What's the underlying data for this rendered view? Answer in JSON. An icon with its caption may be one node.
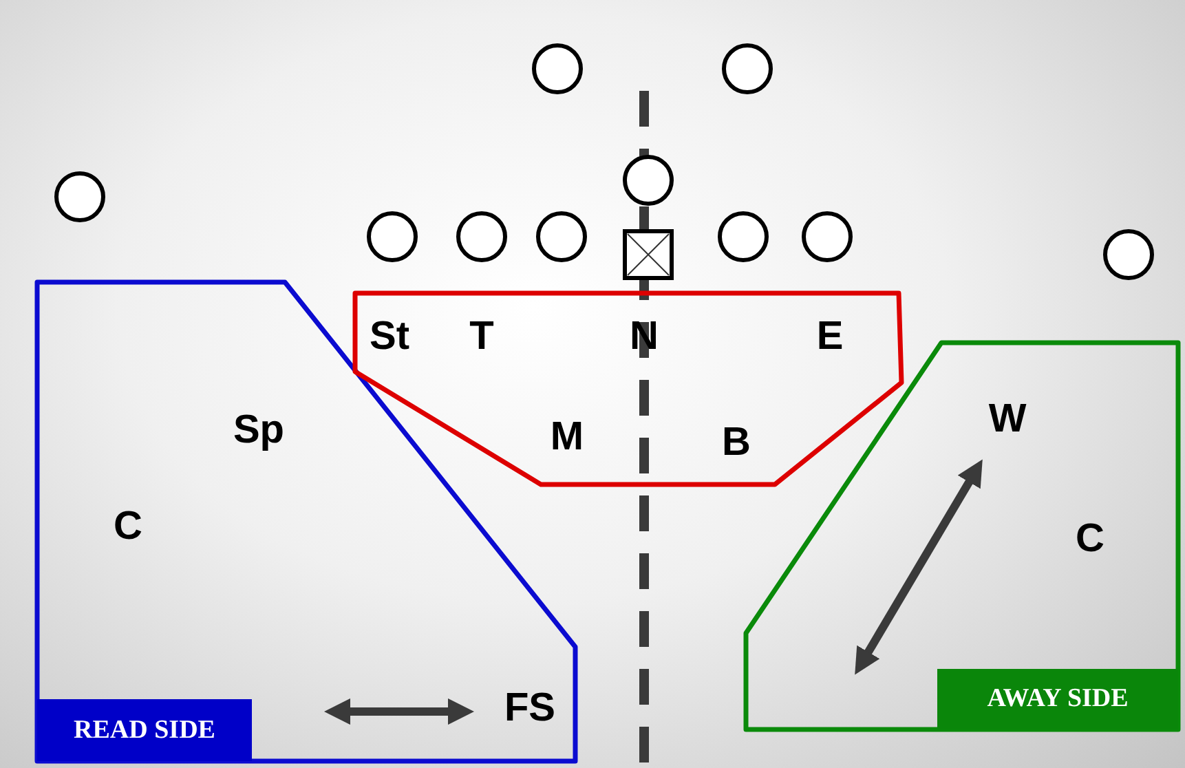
{
  "diagram": {
    "nodes": [
      {
        "text": [
          "READ SIDE"
        ]
      },
      {
        "text": [],
        "shape": "box"
      },
      {
        "text": [
          "AWAY SIDE"
        ]
      },
      {
        "text": [],
        "shape": "circle"
      },
      {
        "text": [],
        "shape": "circle"
      },
      {
        "text": [],
        "shape": "circle"
      },
      {
        "text": [],
        "shape": "circle"
      },
      {
        "text": [],
        "shape": "circle"
      },
      {
        "text": [],
        "shape": "circle"
      },
      {
        "text": [],
        "shape": "circle"
      },
      {
        "text": [],
        "shape": "box"
      },
      {
        "text": [],
        "shape": "circle"
      },
      {
        "text": [],
        "shape": "circle"
      },
      {
        "text": [],
        "shape": "circle"
      }
    ],
    "labels": [
      "St",
      "T",
      "N",
      "E",
      "Sp",
      "M",
      "B",
      "W",
      "C",
      "C",
      "FS"
    ]
  }
}
